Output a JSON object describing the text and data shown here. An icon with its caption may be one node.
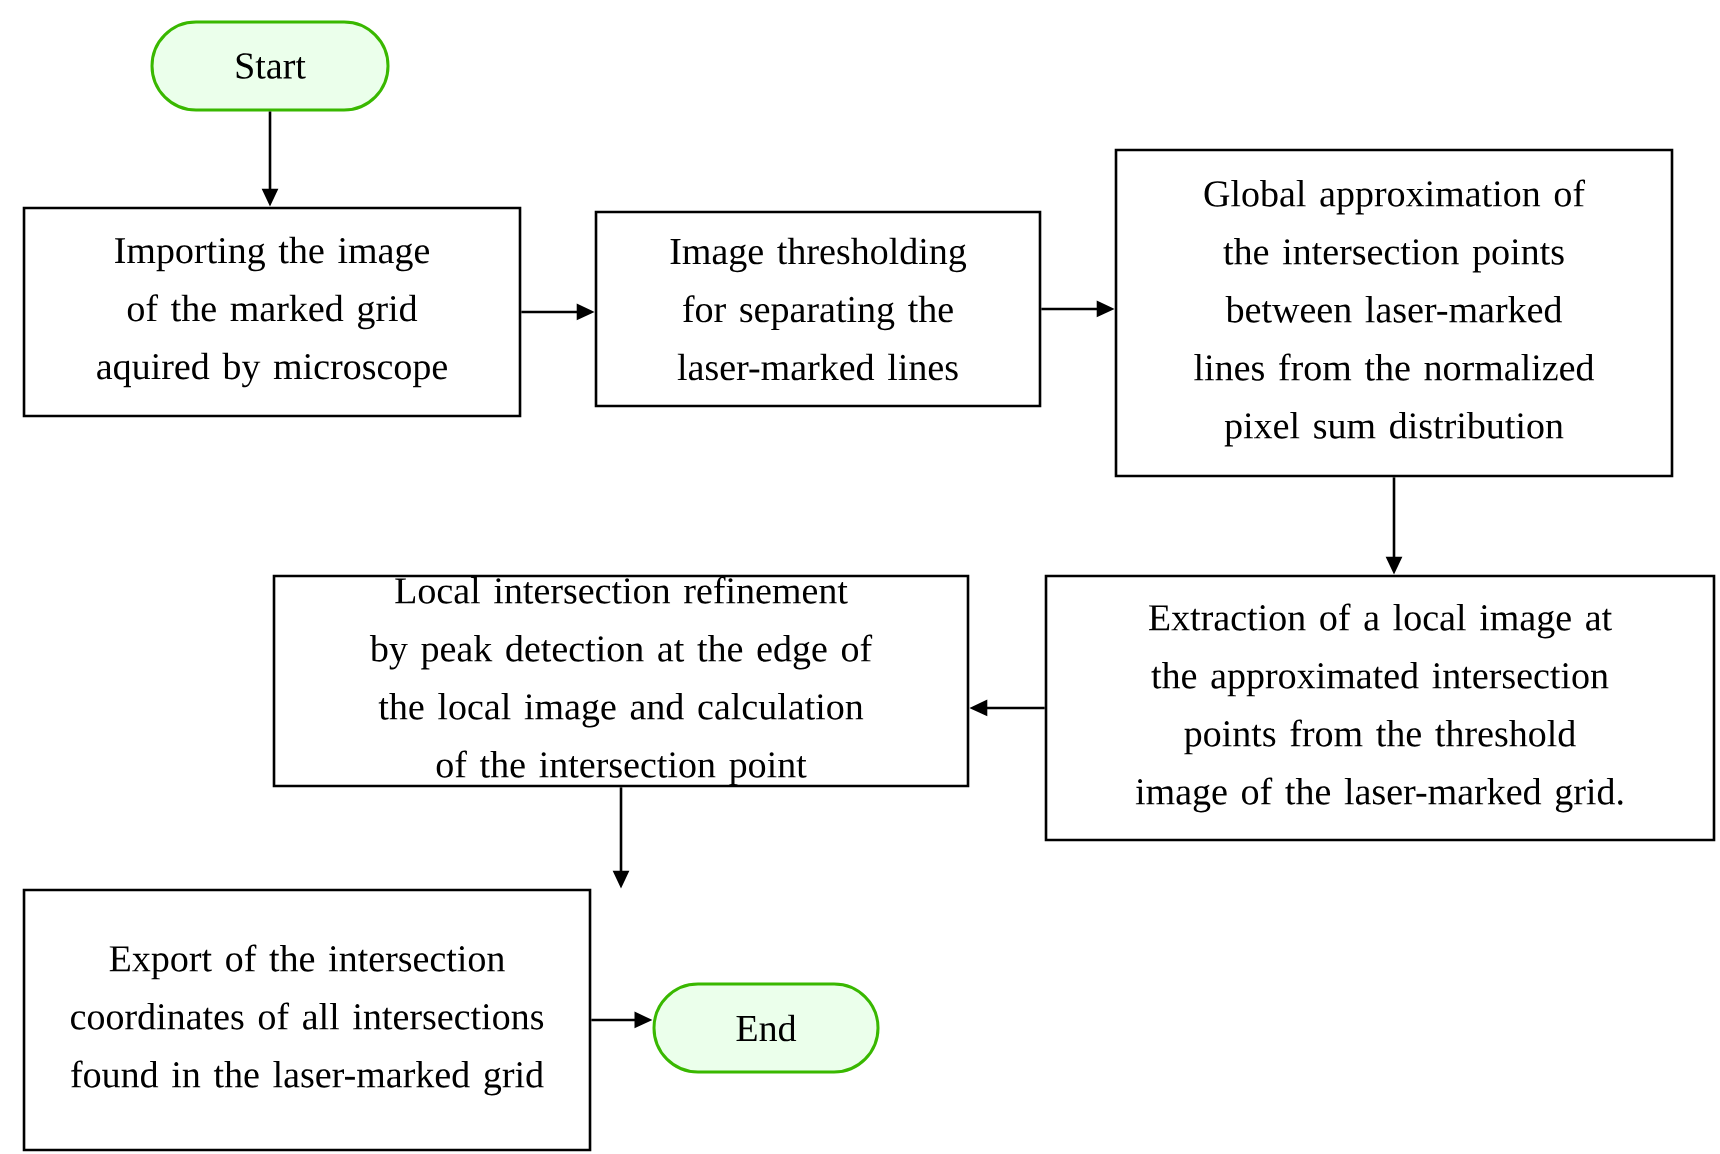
{
  "diagram": {
    "nodes": [
      {
        "text": [
          "Start"
        ]
      },
      {
        "text": [
          "Importing the image of the marked grid aquired by microscope"
        ]
      },
      {
        "text": [
          "Image thresholding for separating the laser-marked lines"
        ]
      },
      {
        "text": [
          "Global approximation of the intersection points between laser-marked lines from the normalized pixel sum distribution"
        ]
      },
      {
        "text": [
          "Extraction of a local image at the approximated intersection points from the threshold image of the laser-marked grid."
        ]
      },
      {
        "text": [
          "Local intersection refinement by peak detection at the edge of the local image and calculation of the intersection point"
        ]
      },
      {
        "text": [
          "Export of the intersection coordinates of all intersections found in the laser-marked grid"
        ]
      },
      {
        "text": [
          "End"
        ]
      }
    ],
    "edges": [
      {
        "from": 0,
        "to": 1,
        "arrow": "to"
      },
      {
        "from": 1,
        "to": 2,
        "arrow": "to"
      },
      {
        "from": 2,
        "to": 3,
        "arrow": "to"
      },
      {
        "from": 3,
        "to": 4,
        "arrow": "to"
      },
      {
        "from": 4,
        "to": 5,
        "arrow": "to"
      },
      {
        "from": 5,
        "to": 6,
        "arrow": "to"
      },
      {
        "from": 6,
        "to": 7,
        "arrow": "to"
      }
    ]
  }
}
